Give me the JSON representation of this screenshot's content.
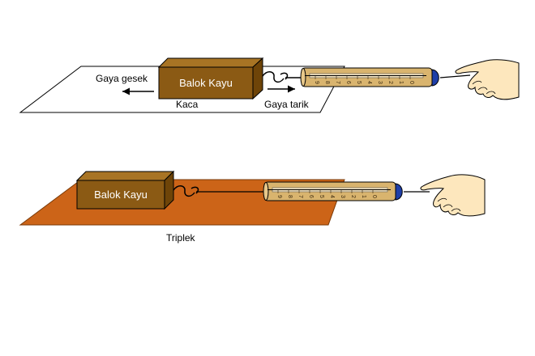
{
  "colors": {
    "glass_fill": "#ffffff",
    "plywood_fill": "#cc6418",
    "block_front": "#8b5a14",
    "block_top": "#a87424",
    "block_side": "#6e4408",
    "meter_tube": "#d9b46e",
    "meter_cap": "#1f3fa8",
    "hand_skin": "#fde7bd"
  },
  "top_scene": {
    "block_label": "Balok Kayu",
    "surface_label": "Kaca",
    "friction_label": "Gaya gesek",
    "pull_label": "Gaya tarik",
    "scale_ticks": [
      "9",
      "8",
      "7",
      "6",
      "5",
      "4",
      "3",
      "2",
      "1",
      "0"
    ]
  },
  "bottom_scene": {
    "block_label": "Balok Kayu",
    "surface_label": "Triplek",
    "scale_ticks": [
      "9",
      "8",
      "7",
      "6",
      "5",
      "4",
      "3",
      "2",
      "1",
      "0"
    ]
  }
}
